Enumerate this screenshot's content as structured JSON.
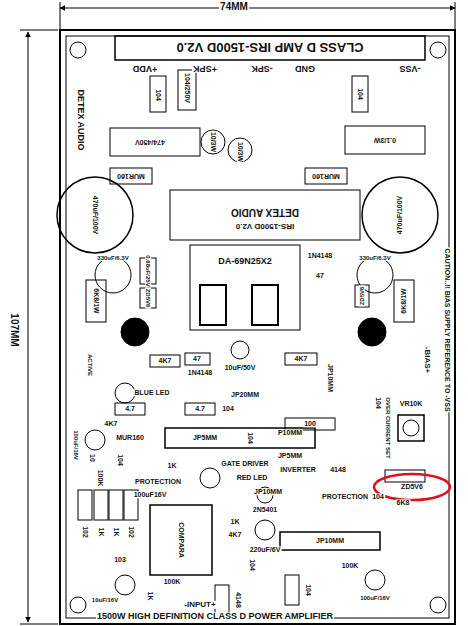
{
  "diagram": {
    "labels": [
      "74MM",
      "107MM",
      "CLASS D AMP IRS-1500D V2.0",
      "+VDD",
      "+SPK",
      "-SPK",
      "GND",
      "-VSS",
      "DETEX AUDIO",
      "104",
      "104/250V",
      "104",
      "474/450V",
      "10/3W",
      "10/3W",
      "0.1/3W",
      "MUR160",
      "MUR160",
      "470uF/100V",
      "470uF/100V",
      "DETEX AUDIO",
      "IRS-1500D V2.0",
      "DA-69N25X2",
      "1N4148",
      "47",
      "330uF/6.3V",
      "0.68uF/25V",
      "ZD5V6",
      "330uF/6.3V",
      "ZD5V6",
      "6K8/1W",
      "6K8/1W",
      "4K7",
      "47",
      "1N4148",
      "10uF/50V",
      "4K7",
      "JP10MM",
      "-BIAS+",
      "CAUTION..!! BIAS SUPPLY REFERENCE TO -VSS",
      "ACTIVE",
      "BLUE LED",
      "4.7",
      "4.7",
      "104",
      "JP20MM",
      "100",
      "104",
      "4K7",
      "10",
      "MUR160",
      "100uF/16V",
      "104",
      "JP5MM",
      "104",
      "P10MM",
      "JP5MM",
      "VR10K",
      "OVER CURRENT SET",
      "INVERTER",
      "4148",
      "ZD5V6",
      "GATE DRIVER",
      "RED LED",
      "JP10MM",
      "1K",
      "PROTECTION",
      "100uF16V",
      "PROTECTION",
      "104",
      "6K8",
      "100K",
      "102",
      "1K",
      "1K",
      "102",
      "COMPARA",
      "2N5401",
      "1K",
      "4K7",
      "220uF/6V",
      "JP10MM",
      "104",
      "103",
      "100K",
      "1K",
      "10uF/16V",
      "4148",
      "104",
      "100K",
      "100uF/16V",
      "-INPUT+",
      "1500W HIGH DEFINITION CLASS D POWER AMPLIFIER"
    ]
  }
}
